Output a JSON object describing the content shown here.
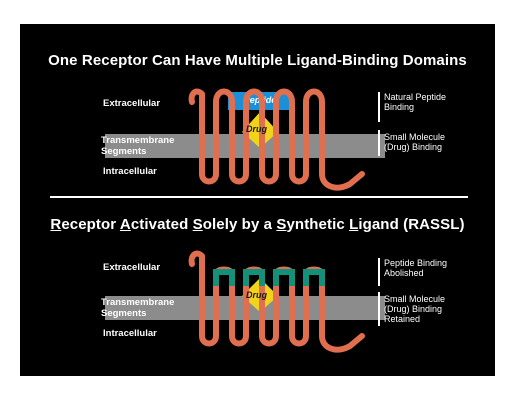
{
  "top_title": "One Receptor Can Have Multiple Ligand-Binding Domains",
  "bottom_title": [
    {
      "text": "R",
      "u": true
    },
    {
      "text": "eceptor ",
      "u": false
    },
    {
      "text": "A",
      "u": true
    },
    {
      "text": "ctivated ",
      "u": false
    },
    {
      "text": "S",
      "u": true
    },
    {
      "text": "olely by a ",
      "u": false
    },
    {
      "text": "S",
      "u": true
    },
    {
      "text": "ynthetic ",
      "u": false
    },
    {
      "text": "L",
      "u": true
    },
    {
      "text": "igand (RASSL)",
      "u": false
    }
  ],
  "labels": {
    "extracellular": "Extracellular",
    "transmembrane_1": "Transmembrane",
    "transmembrane_2": "Segments",
    "intracellular": "Intracellular"
  },
  "top_panel": {
    "peptide": "Peptide",
    "drug": "Drug",
    "note_peptide_1": "Natural Peptide",
    "note_peptide_2": "Binding",
    "note_drug_1": "Small Molecule",
    "note_drug_2": "(Drug) Binding"
  },
  "bottom_panel": {
    "drug": "Drug",
    "note_peptide_1": "Peptide Binding",
    "note_peptide_2": "Abolished",
    "note_drug_1": "Small Molecule",
    "note_drug_2": "(Drug) Binding",
    "note_drug_3": "Retained"
  },
  "colors": {
    "background": "#000000",
    "receptor": "#e06f4f",
    "membrane": "#8c8c8c",
    "peptide": "#1d8fd6",
    "drug": "#f2d31c",
    "mutant_loops": "#13917a"
  }
}
